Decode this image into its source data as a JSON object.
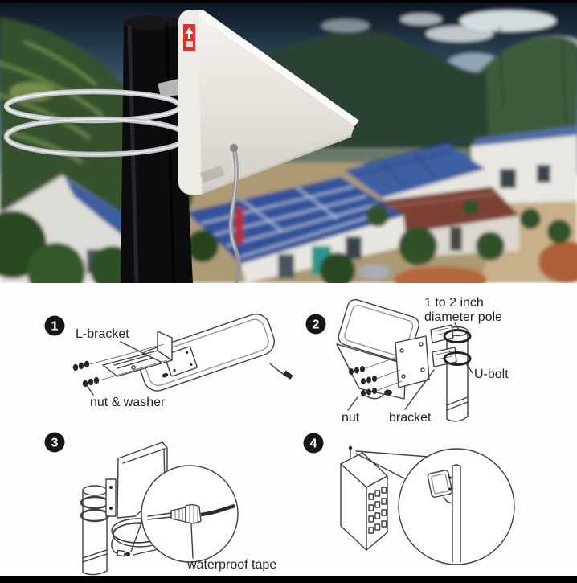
{
  "photo": {
    "icons": {
      "sticker": "up-arrow-icon"
    }
  },
  "steps": [
    {
      "number": "1",
      "labels": {
        "l_bracket": "L-bracket",
        "nut_washer": "nut & washer"
      }
    },
    {
      "number": "2",
      "labels": {
        "pole_size_line1": "1 to 2 inch",
        "pole_size_line2": "diameter pole",
        "u_bolt": "U-bolt",
        "nut": "nut",
        "bracket": "bracket"
      }
    },
    {
      "number": "3",
      "labels": {
        "waterproof_tape": "waterproof tape"
      }
    },
    {
      "number": "4",
      "labels": {}
    }
  ],
  "palette": {
    "letterbox_black": "#000000",
    "diagram_line": "#3f3f3f",
    "label_text": "#232323",
    "badge_fill": "#151515",
    "badge_text": "#ffffff",
    "sticker_red": "#d8362c",
    "solar_panel_blue": "#30539b",
    "pole_black": "#0c0c0e",
    "antenna_white": "#edebe5",
    "brick_orange": "#b5673c"
  }
}
